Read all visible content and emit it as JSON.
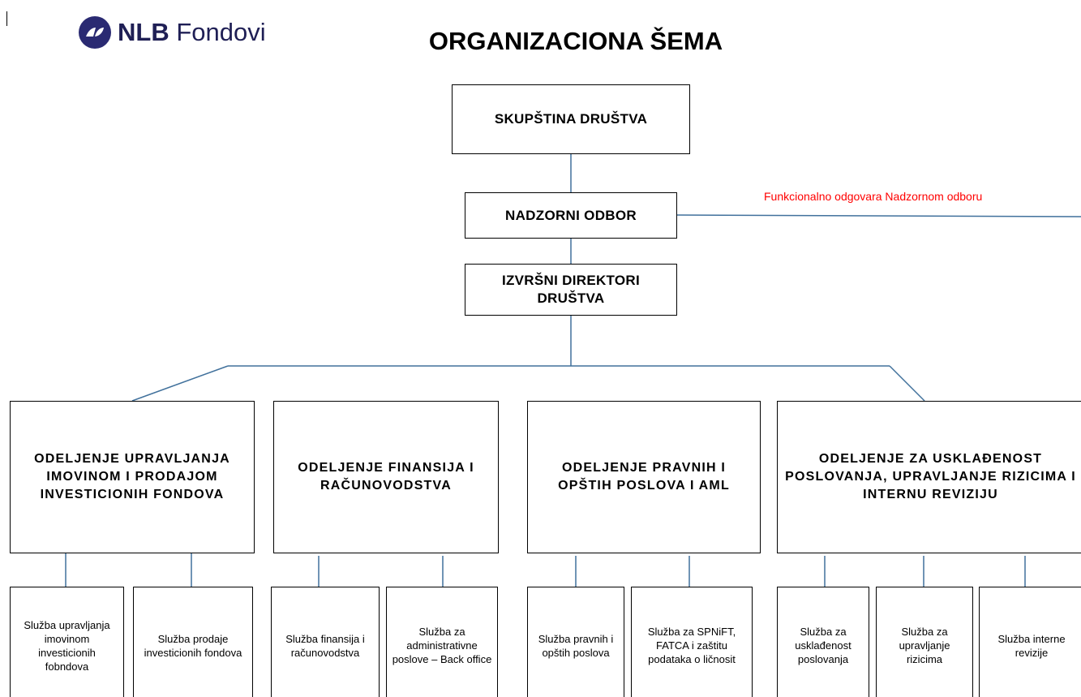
{
  "header": {
    "logo": {
      "brand_bold": "NLB",
      "brand_light": "Fondovi",
      "icon": "nlb-swoosh-logo-icon",
      "brand_color": "#1f1f55",
      "icon_bg_color": "#2a2a72"
    },
    "title": "ORGANIZACIONA ŠEMA"
  },
  "org_chart": {
    "root": "SKUPŠTINA DRUŠTVA",
    "supervisory_board": "NADZORNI ODBOR",
    "executive_directors": "IZVRŠNI DIREKTORI DRUŠTVA",
    "reporting_note": "Funkcionalno odgovara Nadzornom odboru",
    "departments": [
      {
        "name": "ODELJENJE UPRAVLJANJA IMOVINOM I PRODAJOM INVESTICIONIH FONDOVA",
        "services": [
          "Služba upravljanja imovinom investicionih fobndova",
          "Služba prodaje investicionih fondova"
        ]
      },
      {
        "name": "ODELJENJE FINANSIJA I RAČUNOVODSTVA",
        "services": [
          "Služba finansija i računovodstva",
          "Služba za administrativne poslove – Back office"
        ]
      },
      {
        "name": "ODELJENJE  PRAVNIH I OPŠTIH POSLOVA I AML",
        "services": [
          "Služba pravnih i opštih poslova",
          "Služba za SPNiFT, FATCA i zaštitu podataka o ličnosit"
        ]
      },
      {
        "name": "ODELJENJE ZA USKLAĐENOST POSLOVANJA, UPRAVLJANJE RIZICIMA I INTERNU REVIZIJU",
        "services": [
          "Služba za usklađenost poslovanja",
          "Služba za upravljanje rizicima",
          "Služba interne revizije"
        ]
      }
    ]
  },
  "colors": {
    "connector": "#41719c",
    "note_text": "#ff0000",
    "box_border": "#000000"
  }
}
